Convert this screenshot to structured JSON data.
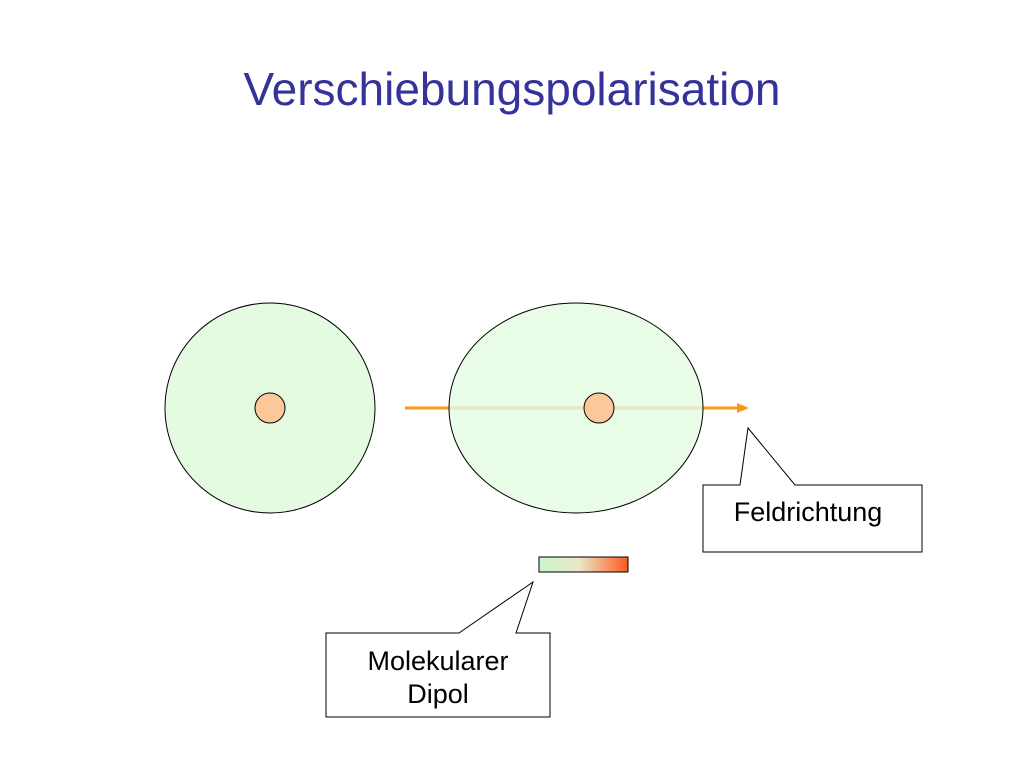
{
  "slide": {
    "title": "Verschiebungspolarisation"
  },
  "diagram": {
    "callout_field": {
      "label": "Feldrichtung"
    },
    "callout_dipole": {
      "lines": [
        "Molekularer",
        "Dipol"
      ]
    }
  },
  "colors": {
    "title": "#333399",
    "electron_cloud": "#e4fbe2",
    "nucleus": "#fcc89a",
    "field_arrow": "#f7981d",
    "dipole_negative": "#ccf5cc",
    "dipole_positive": "#ff5a1e"
  }
}
